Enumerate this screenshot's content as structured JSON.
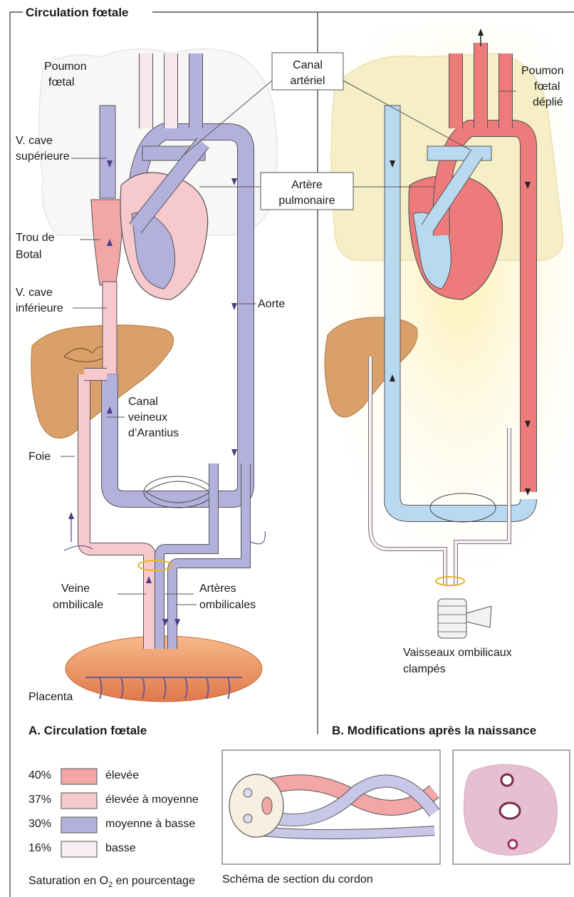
{
  "header": {
    "title": "Circulation fœtale"
  },
  "labels_a": {
    "poumon_foetal_1": "Poumon",
    "poumon_foetal_2": "fœtal",
    "vcs_1": "V. cave",
    "vcs_2": "supérieure",
    "trou_1": "Trou de",
    "trou_2": "Botal",
    "vci_1": "V. cave",
    "vci_2": "inférieure",
    "aorte": "Aorte",
    "canal_veineux_1": "Canal",
    "canal_veineux_2": "veineux",
    "canal_veineux_3": "d’Arantius",
    "foie": "Foie",
    "veine_1": "Veine",
    "veine_2": "ombilicale",
    "arteres_1": "Artères",
    "arteres_2": "ombilicales",
    "placenta": "Placenta",
    "caption": "A. Circulation fœtale"
  },
  "labels_center": {
    "canal_arteriel_1": "Canal",
    "canal_arteriel_2": "artériel",
    "artere_pulm_1": "Artère",
    "artere_pulm_2": "pulmonaire"
  },
  "labels_b": {
    "poumon_1": "Poumon",
    "poumon_2": "fœtal",
    "poumon_3": "déplié",
    "vaisseaux_1": "Vaisseaux ombilicaux",
    "vaisseaux_2": "clampés",
    "caption": "B. Modifications après la naissance"
  },
  "legend": {
    "items": [
      {
        "pct": "40%",
        "label": "élevée",
        "color": "#f2a6a6"
      },
      {
        "pct": "37%",
        "label": "élevée à moyenne",
        "color": "#f6c9cc"
      },
      {
        "pct": "30%",
        "label": "moyenne à basse",
        "color": "#b3b1dc"
      },
      {
        "pct": "16%",
        "label": "basse",
        "color": "#f7eef2"
      }
    ],
    "footer_prefix": "Saturation en O",
    "footer_sub": "2",
    "footer_suffix": " en pourcentage"
  },
  "cord": {
    "caption": "Schéma de section du cordon"
  },
  "colors": {
    "high": "#f2a6a6",
    "mid_high": "#f6c9cc",
    "mid_low": "#b3b1dc",
    "low": "#f7eef2",
    "red_b": "#ee7b7b",
    "blue_b": "#b9d9f0",
    "liver": "#d9a06a",
    "placenta": "#ec9e6a",
    "yellow_bg": "#fdf3c4"
  }
}
